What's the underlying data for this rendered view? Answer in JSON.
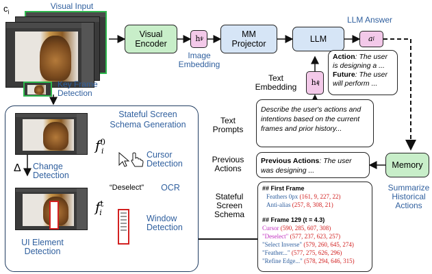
{
  "colors": {
    "green_border": "#2db84d",
    "red": "#d22020",
    "blue_label": "#2f5f9e",
    "green_fill": "#c8eec9",
    "blue_fill": "#d6e5f6",
    "pink_fill": "#f3c9e9"
  },
  "input": {
    "c_label": "c",
    "c_sub": "i",
    "title": "Visual Input"
  },
  "keyframe": {
    "label": "Key Frame\nDetection"
  },
  "visual_encoder": "Visual\nEncoder",
  "image_embedding": {
    "h_sup": "v",
    "h_sub": "i",
    "label": "Image\nEmbedding"
  },
  "mm_projector": "MM\nProjector",
  "llm": "LLM",
  "llm_answer": {
    "title": "LLM Answer",
    "a_sub": "i"
  },
  "answer_box": {
    "action_key": "Action",
    "action_val": ": The user is designing a ...",
    "future_key": "Future",
    "future_val": ": The user will perform ..."
  },
  "text_embedding": {
    "label": "Text\nEmbedding",
    "h_sup": "q",
    "h_sub": "i"
  },
  "text_prompts": {
    "label": "Text\nPrompts",
    "content": "Describe the user's actions and intentions based on the current frames and prior history..."
  },
  "previous_actions": {
    "label": "Previous\nActions",
    "key": "Previous Actions",
    "value": ": The user was designing ..."
  },
  "memory": {
    "label": "Memory",
    "summ_label": "Summarize\nHistorical\nActions"
  },
  "stateful": {
    "title": "Stateful Screen\nSchema Generation",
    "f0_sup": "0",
    "ft_sup": "t",
    "f_sub": "i",
    "cursor_label": "Cursor\nDetection",
    "delta": "Δ",
    "change_label": "Change\nDetection",
    "deselect_quote": "“Deselect”",
    "ocr": "OCR",
    "window_label": "Window\nDetection",
    "ui_label": "UI Element\nDetection"
  },
  "schema": {
    "label": "Stateful\nScreen\nSchema",
    "first_frame": "## First Frame",
    "ff_items": [
      {
        "name": "Feathers 0px",
        "coords": "(161, 9, 227, 22)"
      },
      {
        "name": "Anti-alias",
        "coords": "(257, 8, 308, 21)"
      }
    ],
    "frame129": "## Frame 129 (t = 4.3)",
    "f129_items": [
      {
        "name": "Cursor",
        "coords": "(590, 285, 607, 308)"
      },
      {
        "name": "\"Deselect\"",
        "coords": "(577, 237, 623, 257)"
      },
      {
        "name": "\"Select Inverse\"",
        "coords": "(579, 260, 645, 274)"
      },
      {
        "name": "\"Feather...\"",
        "coords": "(577, 275, 626, 296)"
      },
      {
        "name": "\"Refine Edge...\"",
        "coords": "(578, 294, 646, 315)"
      }
    ]
  }
}
